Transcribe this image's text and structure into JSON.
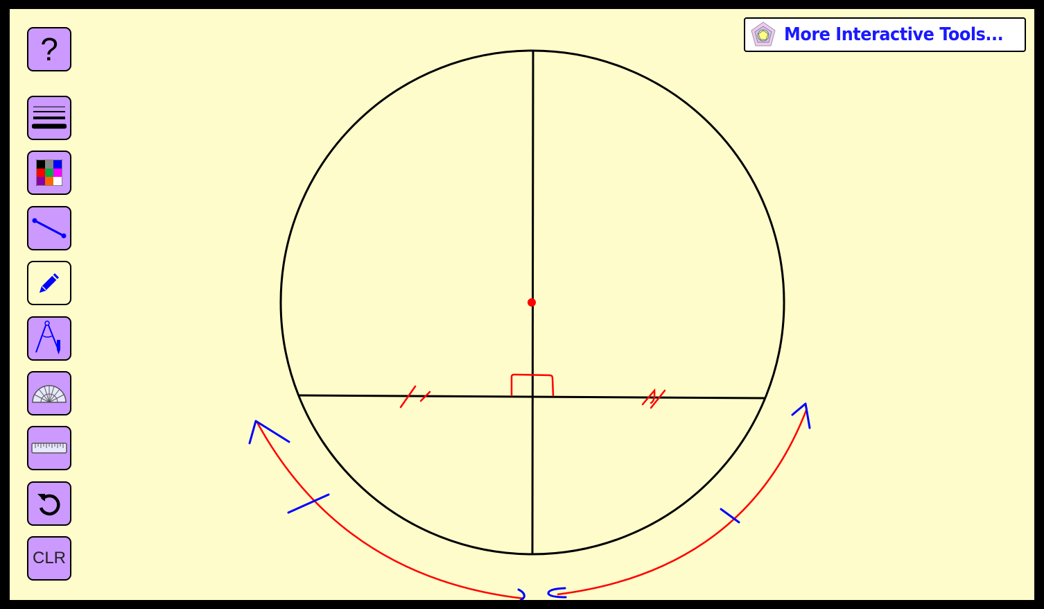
{
  "toolbar": {
    "help_label": "?",
    "clear_label": "CLR",
    "items": [
      {
        "name": "help",
        "icon": "question-mark-icon"
      },
      {
        "name": "line-thickness",
        "icon": "line-thickness-icon"
      },
      {
        "name": "color-picker",
        "icon": "color-palette-icon"
      },
      {
        "name": "line-segment",
        "icon": "line-segment-icon"
      },
      {
        "name": "pencil",
        "icon": "pencil-icon",
        "active": true
      },
      {
        "name": "compass",
        "icon": "compass-icon"
      },
      {
        "name": "protractor",
        "icon": "protractor-icon"
      },
      {
        "name": "ruler",
        "icon": "ruler-icon"
      },
      {
        "name": "undo",
        "icon": "undo-icon"
      },
      {
        "name": "clear",
        "icon": "clear-text"
      }
    ]
  },
  "header": {
    "more_tools_label": "More Interactive Tools...",
    "logo_icon": "pentagon-logo-icon"
  },
  "colors": {
    "board_background": "#fefcca",
    "frame": "#000000",
    "button_fill": "#cc99ff",
    "construction_ink": "#000000",
    "annotation_red": "#ff0000",
    "annotation_blue": "#0000ff",
    "link_text": "#1a1aff"
  },
  "drawing": {
    "shapes": [
      "circle",
      "vertical-diameter",
      "horizontal-chord",
      "center-point",
      "right-angle-mark",
      "chord-tick-marks",
      "arc-arrows",
      "arc-tick-marks"
    ]
  }
}
